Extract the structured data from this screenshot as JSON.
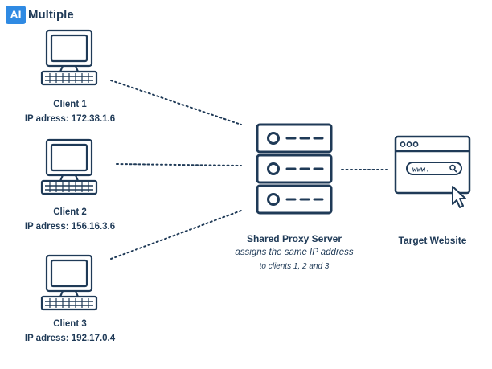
{
  "brand": {
    "badge": "AI",
    "name": "Multiple"
  },
  "clients": [
    {
      "name": "Client 1",
      "ip": "IP adress: 172.38.1.6"
    },
    {
      "name": "Client 2",
      "ip": "IP adress: 156.16.3.6"
    },
    {
      "name": "Client 3",
      "ip": "IP adress: 192.17.0.4"
    }
  ],
  "server": {
    "title": "Shared Proxy Server",
    "subtitle": "assigns the same IP address",
    "note": "to clients 1, 2 and 3"
  },
  "target": {
    "label": "Target Website",
    "url_text": "www."
  },
  "colors": {
    "ink": "#1f3a57",
    "brand": "#2f8ae3"
  }
}
